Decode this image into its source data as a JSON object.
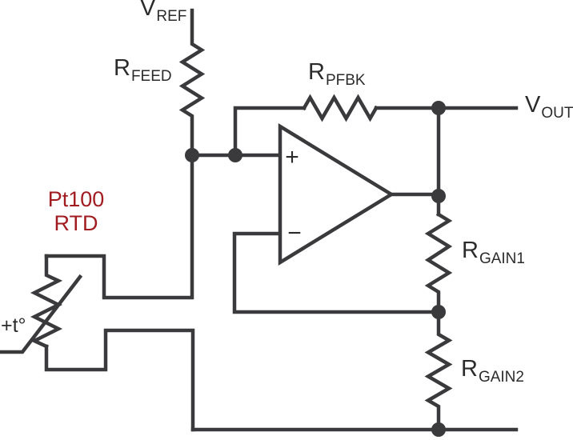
{
  "labels": {
    "vref": {
      "main": "V",
      "sub": "REF"
    },
    "rfeed": {
      "main": "R",
      "sub": "FEED"
    },
    "rpfbk": {
      "main": "R",
      "sub": "PFBK"
    },
    "vout": {
      "main": "V",
      "sub": "OUT"
    },
    "rgain1": {
      "main": "R",
      "sub": "GAIN1"
    },
    "rgain2": {
      "main": "R",
      "sub": "GAIN2"
    },
    "sensor": {
      "line1": "Pt100",
      "line2": "RTD"
    },
    "sensor_temp": "+t°",
    "opamp_plus": "+",
    "opamp_minus": "−"
  },
  "colors": {
    "wire": "#3a3a3c",
    "text": "#2b2b2b",
    "sensor_label": "#a11c20",
    "background": "#ffffff"
  }
}
